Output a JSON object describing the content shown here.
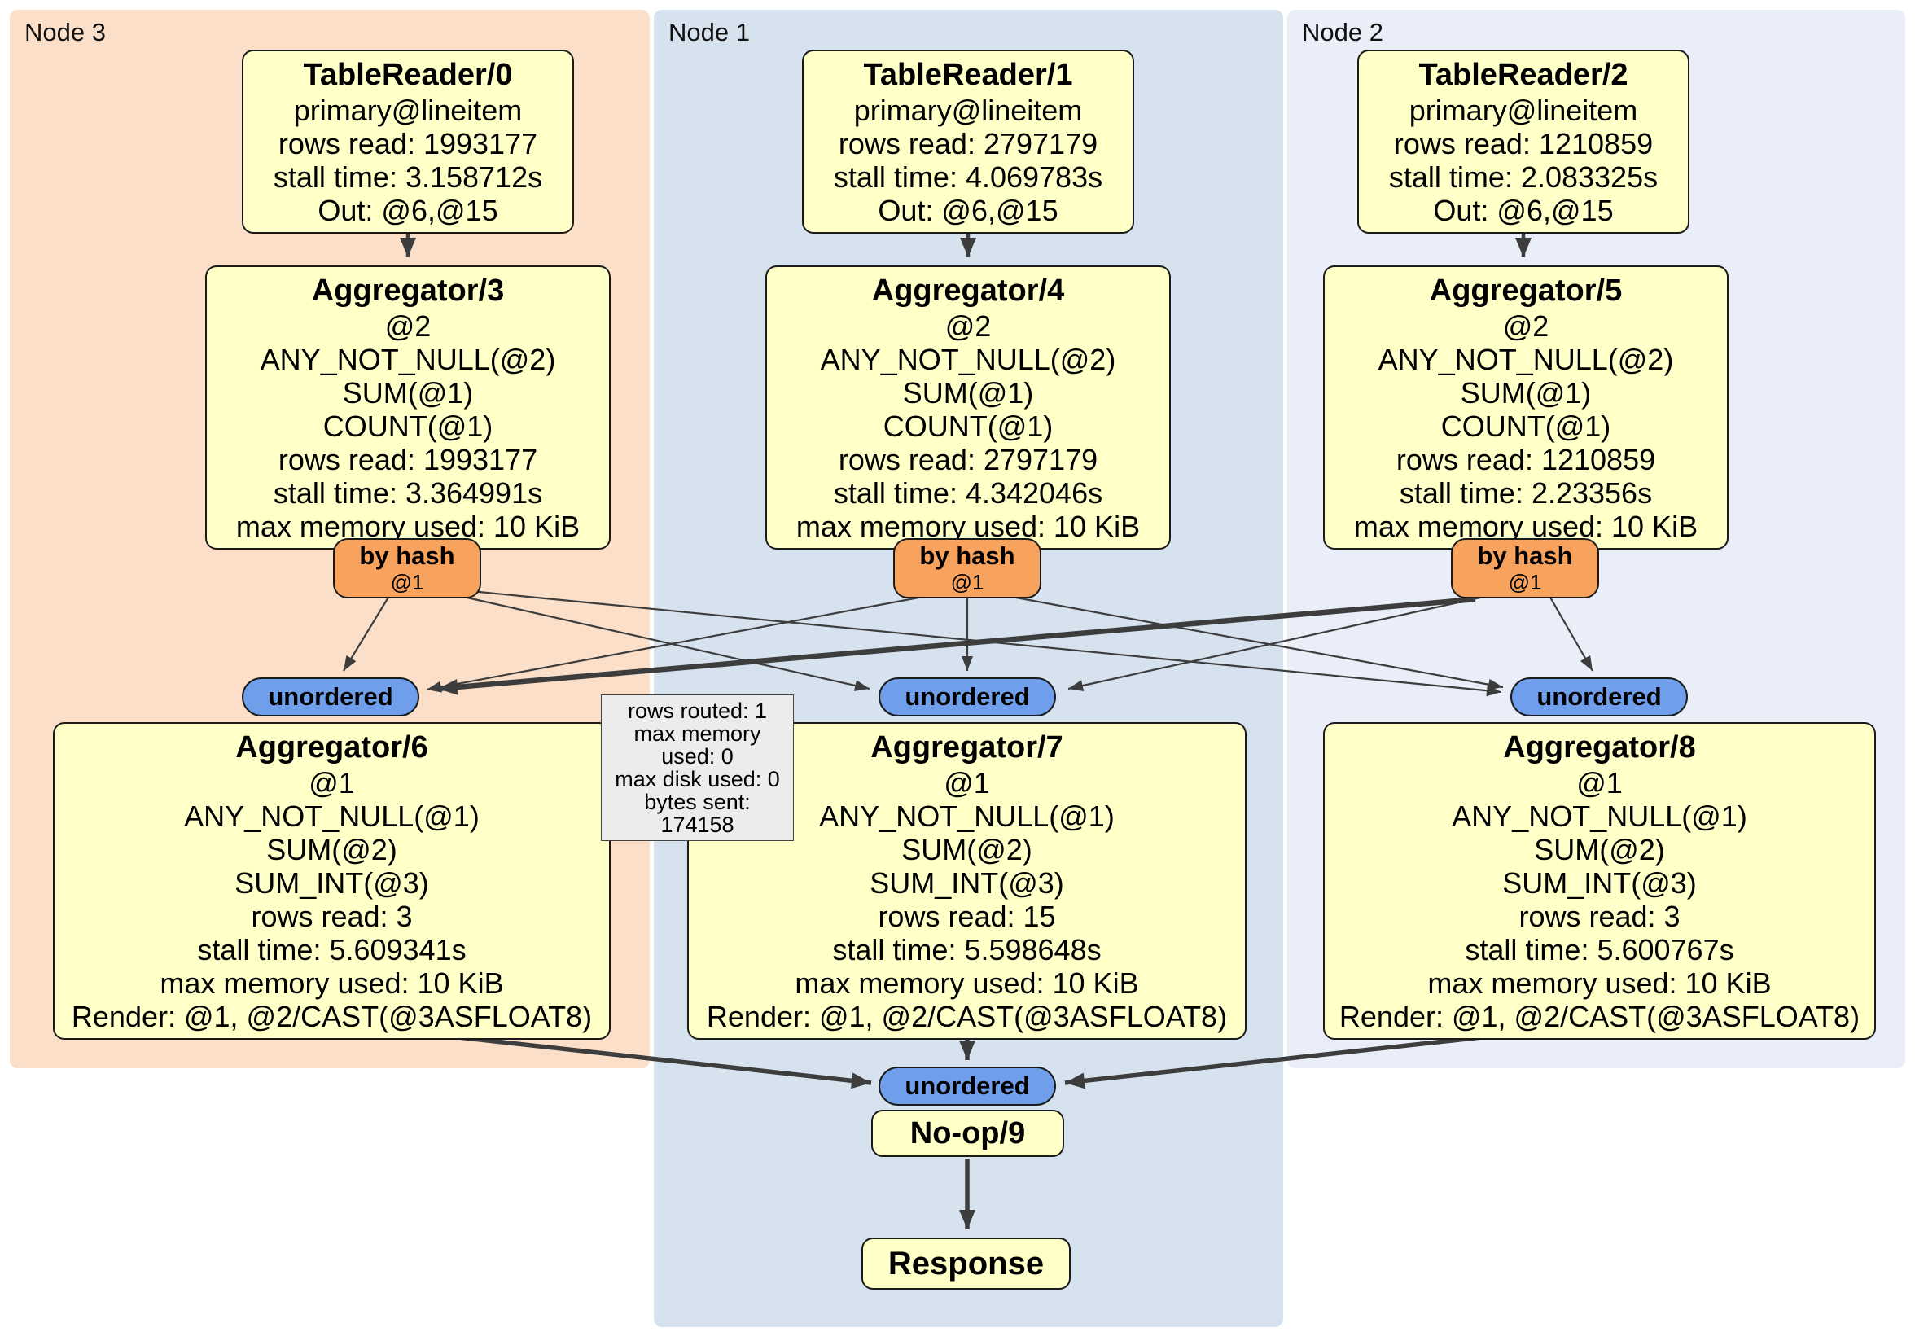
{
  "regions": [
    {
      "label": "Node 3"
    },
    {
      "label": "Node 1"
    },
    {
      "label": "Node 2"
    }
  ],
  "boxes": {
    "tr0": {
      "title": "TableReader/0",
      "lines": [
        "primary@lineitem",
        "rows read: 1993177",
        "stall time: 3.158712s",
        "Out: @6,@15"
      ]
    },
    "tr1": {
      "title": "TableReader/1",
      "lines": [
        "primary@lineitem",
        "rows read: 2797179",
        "stall time: 4.069783s",
        "Out: @6,@15"
      ]
    },
    "tr2": {
      "title": "TableReader/2",
      "lines": [
        "primary@lineitem",
        "rows read: 1210859",
        "stall time: 2.083325s",
        "Out: @6,@15"
      ]
    },
    "agg3": {
      "title": "Aggregator/3",
      "lines": [
        "@2",
        "ANY_NOT_NULL(@2)",
        "SUM(@1)",
        "COUNT(@1)",
        "rows read: 1993177",
        "stall time: 3.364991s",
        "max memory used: 10 KiB"
      ]
    },
    "agg4": {
      "title": "Aggregator/4",
      "lines": [
        "@2",
        "ANY_NOT_NULL(@2)",
        "SUM(@1)",
        "COUNT(@1)",
        "rows read: 2797179",
        "stall time: 4.342046s",
        "max memory used: 10 KiB"
      ]
    },
    "agg5": {
      "title": "Aggregator/5",
      "lines": [
        "@2",
        "ANY_NOT_NULL(@2)",
        "SUM(@1)",
        "COUNT(@1)",
        "rows read: 1210859",
        "stall time: 2.23356s",
        "max memory used: 10 KiB"
      ]
    },
    "agg6": {
      "title": "Aggregator/6",
      "lines": [
        "@1",
        "ANY_NOT_NULL(@1)",
        "SUM(@2)",
        "SUM_INT(@3)",
        "rows read: 3",
        "stall time: 5.609341s",
        "max memory used: 10 KiB",
        "Render: @1, @2/CAST(@3ASFLOAT8)"
      ]
    },
    "agg7": {
      "title": "Aggregator/7",
      "lines": [
        "@1",
        "ANY_NOT_NULL(@1)",
        "SUM(@2)",
        "SUM_INT(@3)",
        "rows read: 15",
        "stall time: 5.598648s",
        "max memory used: 10 KiB",
        "Render: @1, @2/CAST(@3ASFLOAT8)"
      ]
    },
    "agg8": {
      "title": "Aggregator/8",
      "lines": [
        "@1",
        "ANY_NOT_NULL(@1)",
        "SUM(@2)",
        "SUM_INT(@3)",
        "rows read: 3",
        "stall time: 5.600767s",
        "max memory used: 10 KiB",
        "Render: @1, @2/CAST(@3ASFLOAT8)"
      ]
    },
    "noop": {
      "title": "No-op/9"
    },
    "response": {
      "title": "Response"
    }
  },
  "badges": {
    "by_hash": {
      "label": "by hash",
      "sub": "@1"
    },
    "unordered": {
      "label": "unordered"
    }
  },
  "tooltip": {
    "lines": [
      "rows routed: 1",
      "max memory used: 0",
      "max disk used: 0",
      "bytes sent: 174158"
    ]
  },
  "colors": {
    "node3_bg": "#fcdfc8",
    "node1_bg": "#d6e3ee",
    "node2_bg": "#e9eef8",
    "box_bg": "#ffffc8",
    "router_bg": "#f7a35e",
    "sync_bg": "#6f9eea",
    "edge": "#3d3d3d"
  }
}
